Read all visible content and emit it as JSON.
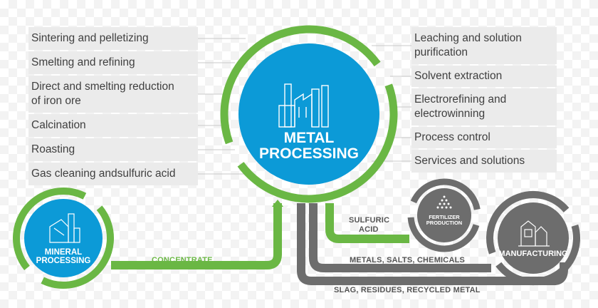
{
  "left_items": [
    "Sintering and pelletizing",
    "Smelting and refining",
    "Direct and smelting reduction of iron ore",
    "Calcination",
    "Roasting",
    "Gas cleaning andsulfuric acid"
  ],
  "right_items": [
    "Leaching and solution purification",
    "Solvent extraction",
    "Electrorefining and electrowinning",
    "Process control",
    "Services and solutions"
  ],
  "center": {
    "line1": "METAL",
    "line2": "PROCESSING"
  },
  "mineral": {
    "line1": "MINERAL",
    "line2": "PROCESSING"
  },
  "fertilizer": {
    "line1": "FERTILIZER",
    "line2": "PRODUCTION"
  },
  "manufacturing": {
    "label": "MANUFACTURING"
  },
  "flows": {
    "concentrate": "CONCENTRATE",
    "sulfuric_line1": "SULFURIC",
    "sulfuric_line2": "ACID",
    "metals": "METALS, SALTS, CHEMICALS",
    "slag": "SLAG, RESIDUES, RECYCLED METAL"
  },
  "colors": {
    "green": "#6ab744",
    "blue": "#0c9ad7",
    "gray": "#6d6d6d",
    "text": "#3f3f3f"
  }
}
